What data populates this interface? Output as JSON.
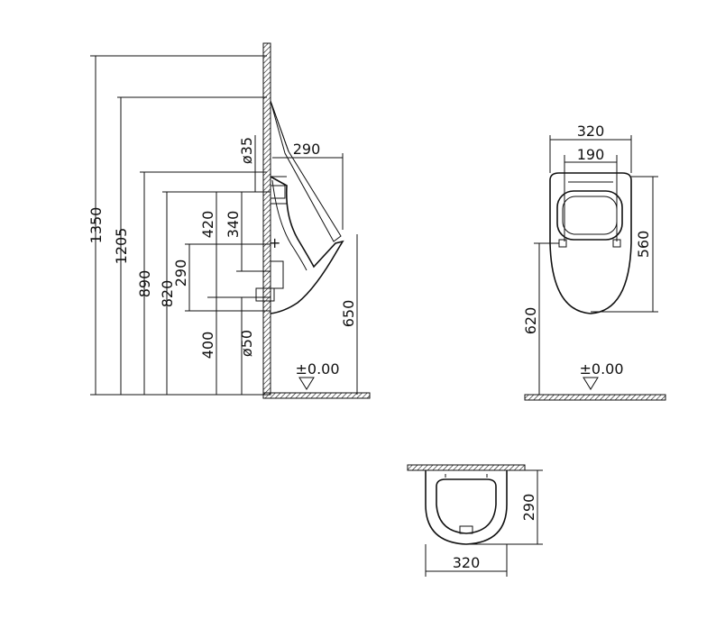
{
  "side_view": {
    "dims": {
      "h1350": "1350",
      "h1205": "1205",
      "h890": "890",
      "h820": "820",
      "h420": "420",
      "h340": "340",
      "h290": "290",
      "h400": "400",
      "d35": "ø35",
      "d50": "ø50",
      "w290": "290",
      "h650": "650"
    },
    "level": "±0.00"
  },
  "front_view": {
    "dims": {
      "w320": "320",
      "w190": "190",
      "h560": "560",
      "h620": "620"
    },
    "level": "±0.00"
  },
  "top_view": {
    "dims": {
      "d290": "290",
      "w320": "320"
    }
  }
}
